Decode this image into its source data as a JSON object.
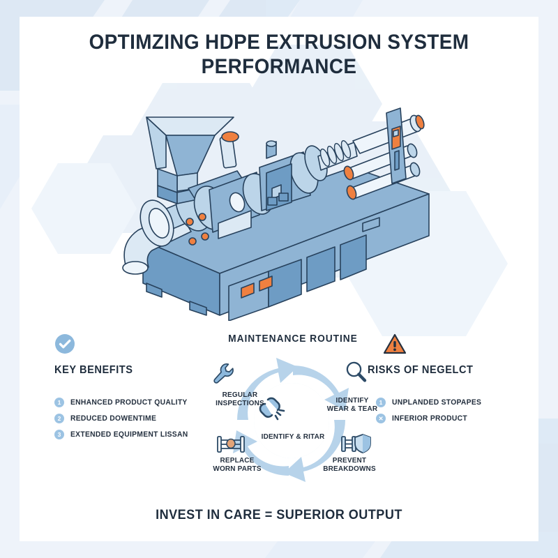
{
  "page": {
    "title_line1": "OPTIMZING HDPE EXTRUSION SYSTEM",
    "title_line2": "PERFORMANCE",
    "title_full": "OPTIMZING HDPE EXTRUSION SYSTEM\nPERFORMANCE",
    "banner": "INVEST IN CARE = SUPERIOR OUTPUT",
    "background_color": "#eef3fa",
    "card_color": "#ffffff",
    "text_color": "#1f2d3d",
    "accent_blue": "#6f9fc8",
    "accent_light_blue": "#9cc3e3",
    "accent_orange": "#ef8040"
  },
  "illustration": {
    "name": "hdpe-extrusion-machine",
    "description": "isometric single-screw extruder with hopper, gearbox, motor, barrel and cooling roller conveyor",
    "body_color": "#7ba4c9",
    "body_light": "#c3d9ea",
    "outline_color": "#27415c",
    "highlight_color": "#ef8040"
  },
  "benefits": {
    "icon": "check-circle-icon",
    "heading": "KEY BENEFITS",
    "items": [
      {
        "badge": "1",
        "label": "ENHANCED PRODUCT QUALITY"
      },
      {
        "badge": "2",
        "label": "REDUCED DOWENTIME"
      },
      {
        "badge": "3",
        "label": "EXTENDED EQUIPMENT LISSAN"
      }
    ]
  },
  "risks": {
    "icon": "warning-triangle-icon",
    "heading": "RISKS OF NEGELCT",
    "items": [
      {
        "badge": "1",
        "label": "UNPLANDED STOPAPES"
      },
      {
        "badge": "✕",
        "label": "INFERIOR PRODUCT"
      }
    ]
  },
  "cycle": {
    "title": "MAINTENANCE ROUTINE",
    "center_label": "IDENTIFY & RІTAR",
    "center_icon": "broken-chain-icon",
    "steps": [
      {
        "id": "regular-inspections",
        "icon": "wrench-icon",
        "line1": "REGULAR",
        "line2": "INSPECTIONS"
      },
      {
        "id": "identify-wear-tear",
        "icon": "magnifier-icon",
        "line1": "IDENTIFY",
        "line2": "WEAR & TEAR"
      },
      {
        "id": "prevent-breakdowns",
        "icon": "shield-gear-icon",
        "line1": "PREVENT",
        "line2": "BREAKDOWNS"
      },
      {
        "id": "replace-worn-parts",
        "icon": "roller-part-icon",
        "line1": "REPLACE",
        "line2": "WORN PARTS"
      }
    ]
  }
}
